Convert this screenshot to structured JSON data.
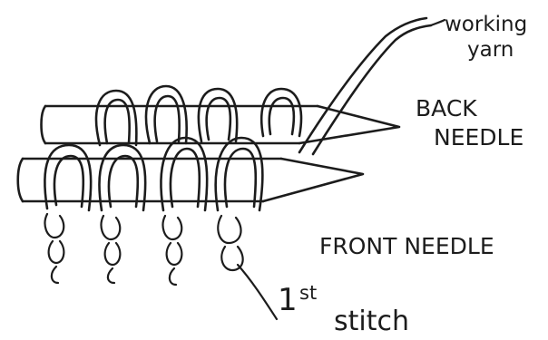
{
  "labels": {
    "working_yarn_line1": "working",
    "working_yarn_line2": "yarn",
    "back_needle_line1": "BACK",
    "back_needle_line2": "NEEDLE",
    "front_needle": "FRONT NEEDLE",
    "first_stitch_num": "1",
    "first_stitch_sup": "st",
    "first_stitch_word": "stitch"
  },
  "colors": {
    "ink": "#1c1c1c",
    "paper": "#ffffff"
  }
}
